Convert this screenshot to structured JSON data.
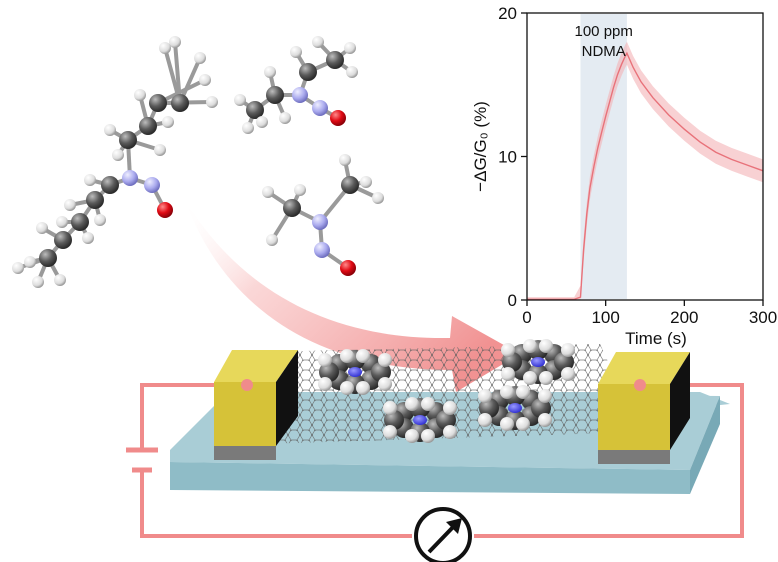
{
  "chart_data": {
    "type": "line",
    "title": "",
    "xlabel": "Time (s)",
    "ylabel": "−ΔG/G₀ (%)",
    "xlim": [
      0,
      300
    ],
    "ylim": [
      0,
      20
    ],
    "x_ticks": [
      "0",
      "100",
      "200",
      "300"
    ],
    "y_ticks": [
      "0",
      "10",
      "20"
    ],
    "grid": false,
    "legend": "none",
    "annotation": {
      "line1": "100 ppm",
      "line2": "NDMA",
      "exposure_window_s": [
        68,
        127
      ]
    },
    "series": [
      {
        "color": "#e8727a",
        "band_color": "#f3b2b6",
        "x": [
          0,
          30,
          60,
          68,
          72,
          76,
          80,
          85,
          90,
          95,
          100,
          105,
          110,
          115,
          120,
          125,
          127,
          135,
          145,
          160,
          180,
          200,
          220,
          240,
          260,
          280,
          300
        ],
        "y": [
          0.05,
          0.05,
          0.05,
          0.2,
          3.5,
          6.0,
          7.8,
          9.3,
          10.6,
          11.7,
          12.8,
          13.8,
          14.8,
          15.7,
          16.4,
          17.0,
          17.2,
          16.2,
          15.2,
          14.1,
          12.9,
          11.9,
          11.0,
          10.3,
          9.8,
          9.4,
          9.0
        ],
        "band": 0.8
      }
    ]
  },
  "molecules": [
    "dibutylnitrosamine",
    "diethylnitrosamine",
    "dimethylnitrosamine"
  ],
  "device": {
    "substrate_color": "#a9cdd6",
    "electrode_color": "#d6c238",
    "circuit_color": "#f08b8b",
    "components": [
      "battery-symbol",
      "ammeter-symbol",
      "graphene-sheet",
      "metal-phthalocyanine"
    ]
  },
  "colors": {
    "carbon": "#555555",
    "hydrogen": "#f0f0f0",
    "nitrogen": "#b8b8f0",
    "oxygen": "#e01020",
    "arrow": "#f4a0a0"
  }
}
